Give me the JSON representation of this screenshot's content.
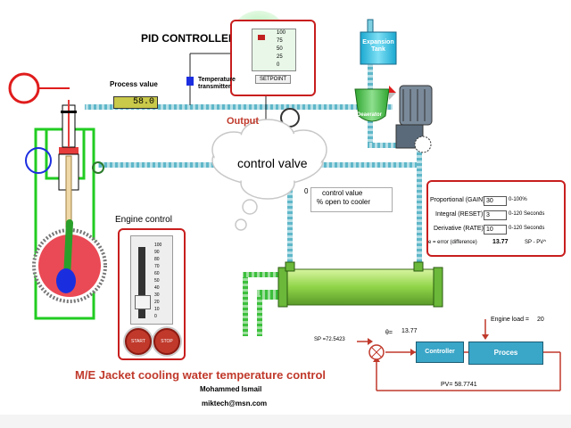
{
  "pid": {
    "title": "PID CONTROLLER",
    "scale": [
      "100",
      "75",
      "50",
      "25",
      "0"
    ],
    "setpoint_label": "SETPOINT"
  },
  "process_value": {
    "label": "Process value",
    "value": "58.0"
  },
  "transmitter": {
    "label_line1": "Temperature",
    "label_line2": "transmitter"
  },
  "expansion_tank": {
    "line1": "Expansion",
    "line2": "Tank"
  },
  "deaerator": "Deaerator",
  "output_label": "Output",
  "cloud_label": "control valve",
  "valve_readout": {
    "title": "control value",
    "subtitle": "% open to cooler",
    "value": "0"
  },
  "engine_control": {
    "title": "Engine control",
    "scale": [
      "100",
      "90",
      "80",
      "70",
      "60",
      "50",
      "40",
      "30",
      "20",
      "10",
      "0"
    ],
    "start": "START",
    "stop": "STOP"
  },
  "tuning": {
    "gain_label": "Proportional (GAIN)",
    "gain_value": "30",
    "gain_range": "0-100%",
    "reset_label": "Integral (RESET)",
    "reset_value": "3",
    "reset_range": "0-120 Seconds",
    "rate_label": "Derivative (RATE)",
    "rate_value": "10",
    "rate_range": "0-120 Seconds",
    "error_label": "e = error (difference)",
    "error_value": "13.77",
    "error_formula": "SP - PV^"
  },
  "block_diagram": {
    "sp": "SP =72.5423",
    "theta": "θ=",
    "error": "13.77",
    "controller": "Controller",
    "process": "Proces",
    "engine_load_label": "Engine load =",
    "engine_load_value": "20",
    "pv": "PV=   58.7741"
  },
  "footer": {
    "title": "M/E Jacket cooling water temperature control",
    "author": "Mohammed Ismail",
    "email": "miktech@msn.com"
  },
  "colors": {
    "pipe": "#5fb7c9",
    "panel_border": "#c81e1e",
    "engine_outline": "#22cc22",
    "cooler": "#9fe060",
    "title_red": "#c0392b"
  }
}
